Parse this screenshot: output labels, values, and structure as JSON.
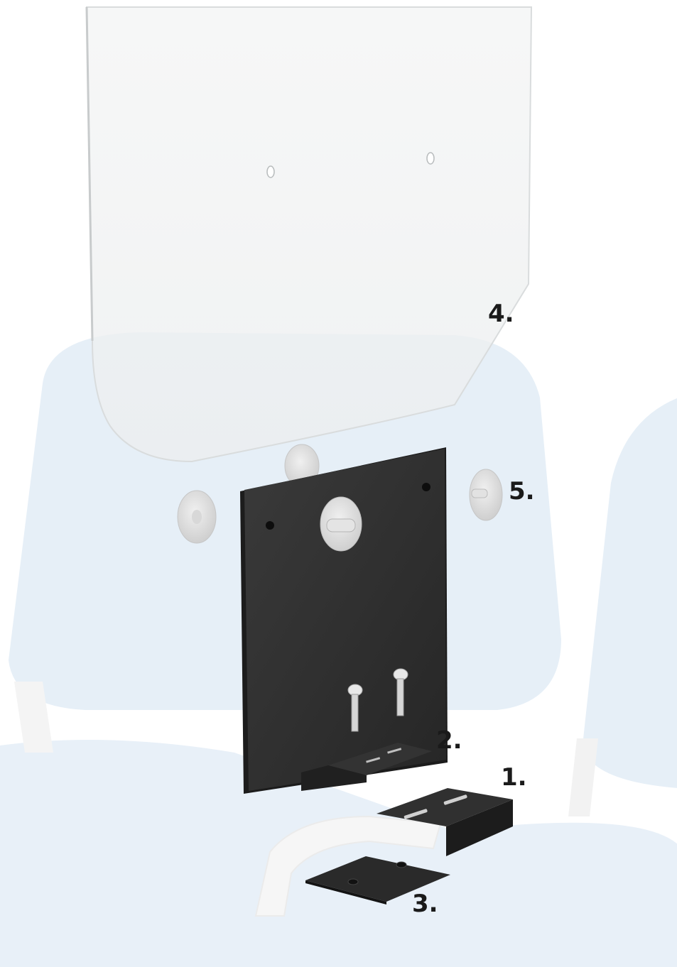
{
  "callouts": {
    "part_1": "1.",
    "part_2": "2.",
    "part_3": "3.",
    "part_4": "4.",
    "part_5": "5."
  },
  "colors": {
    "seat_fabric": "#e6eff7",
    "plexiglass": "#f2f3f3",
    "steel_bracket": "#2f2f2f",
    "spacer": "#dcdcdc",
    "chair_frame": "#f4f4f4"
  }
}
